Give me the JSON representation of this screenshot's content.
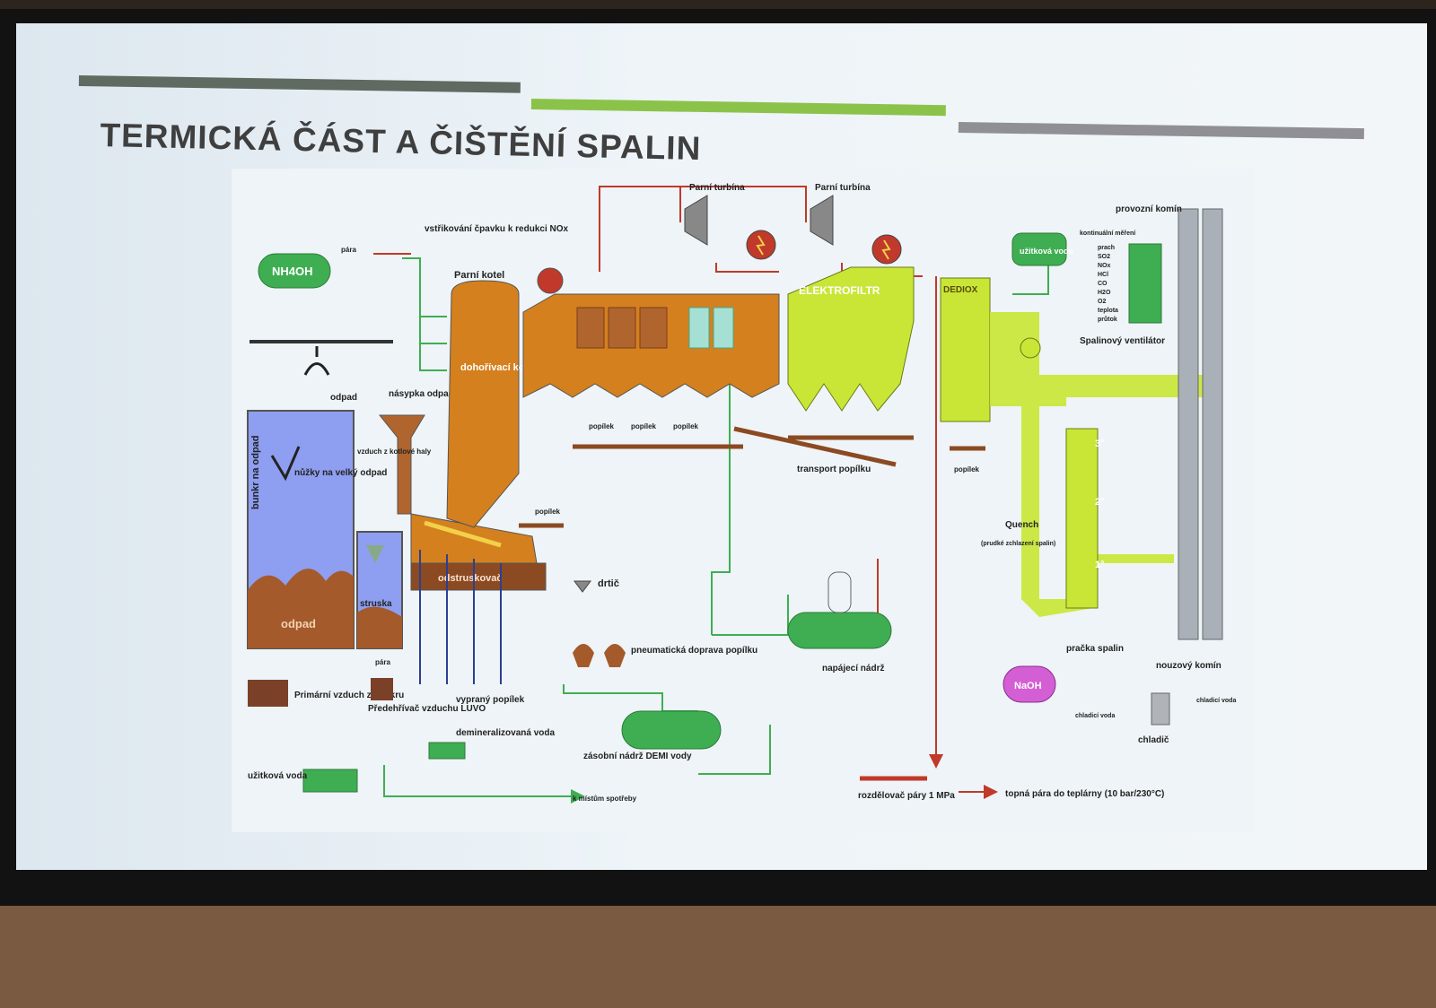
{
  "slide": {
    "title": "TERMICKÁ ČÁST A ČIŠTĚNÍ SPALIN",
    "bar_colors": [
      "#5f6a60",
      "#8bc34a",
      "#8f8f95"
    ]
  },
  "colors": {
    "orange": "#d4801e",
    "yellow_green": "#c9e636",
    "blue_fill": "#8e9ef0",
    "brown": "#a45a2a",
    "steam_red": "#c0392b",
    "water_green": "#3fae52",
    "chimney_gray": "#a9b0b8"
  },
  "labels": {
    "steam_turbine_1": "Parní turbína",
    "steam_turbine_2": "Parní turbína",
    "operating_chimney": "provozní komín",
    "continuous_measurement": "kontinuální měření",
    "measurement_items": [
      "prach",
      "SO2",
      "NOx",
      "HCl",
      "CO",
      "H2O",
      "O2",
      "teplota",
      "průtok"
    ],
    "service_water_top": "užitková voda",
    "ammonia_injection": "vstřikování čpavku k redukci NOx",
    "steam_small": "pára",
    "nh4oh": "NH4OH",
    "steam_boiler": "Parní kotel",
    "electrofilter": "ELEKTROFILTR",
    "dediox": "DEDIOX",
    "flue_gas_fan": "Spalinový ventilátor",
    "afterburner": "dohořívací komora",
    "waste": "odpad",
    "waste_hopper": "násypka odpadu",
    "waste_bunker": "bunkr na odpad",
    "shears": "nůžky na velký odpad",
    "boiler_hall_air": "vzduch z kotlové haly",
    "ash_1": "popílek",
    "ash_2": "popílek",
    "ash_3": "popílek",
    "ash_4": "popílek",
    "ash_5": "popílek",
    "ash_transport": "transport popílku",
    "slag": "struska",
    "waste_bottom": "odpad",
    "slag_remover": "odstruskovač",
    "crusher": "drtič",
    "pneumatic_transport": "pneumatická doprava popílku",
    "feed_tank": "napájecí nádrž",
    "quench": "Quench",
    "quench_sub": "(prudké zchlazení spalin)",
    "stage_3": "3°",
    "stage_2": "2°",
    "stage_1": "1°",
    "scrubber": "pračka spalin",
    "emergency_chimney": "nouzový komín",
    "naoh": "NaOH",
    "cooling_water_1": "chladicí voda",
    "cooling_water_2": "chladicí voda",
    "cooler": "chladič",
    "primary_air": "Primární vzduch z bunkru",
    "steam_preheater": "pára",
    "luvo": "Předehřívač vzduchu LUVO",
    "washed_ash": "vypraný popílek",
    "demin_water": "demineralizovaná voda",
    "demi_tank": "zásobní nádrž DEMI vody",
    "service_water_bottom": "užitková voda",
    "consumption_points": "k místům spotřeby",
    "steam_distributor": "rozdělovač páry 1 MPa",
    "heating_steam": "topná pára do teplárny (10 bar/230°C)"
  }
}
